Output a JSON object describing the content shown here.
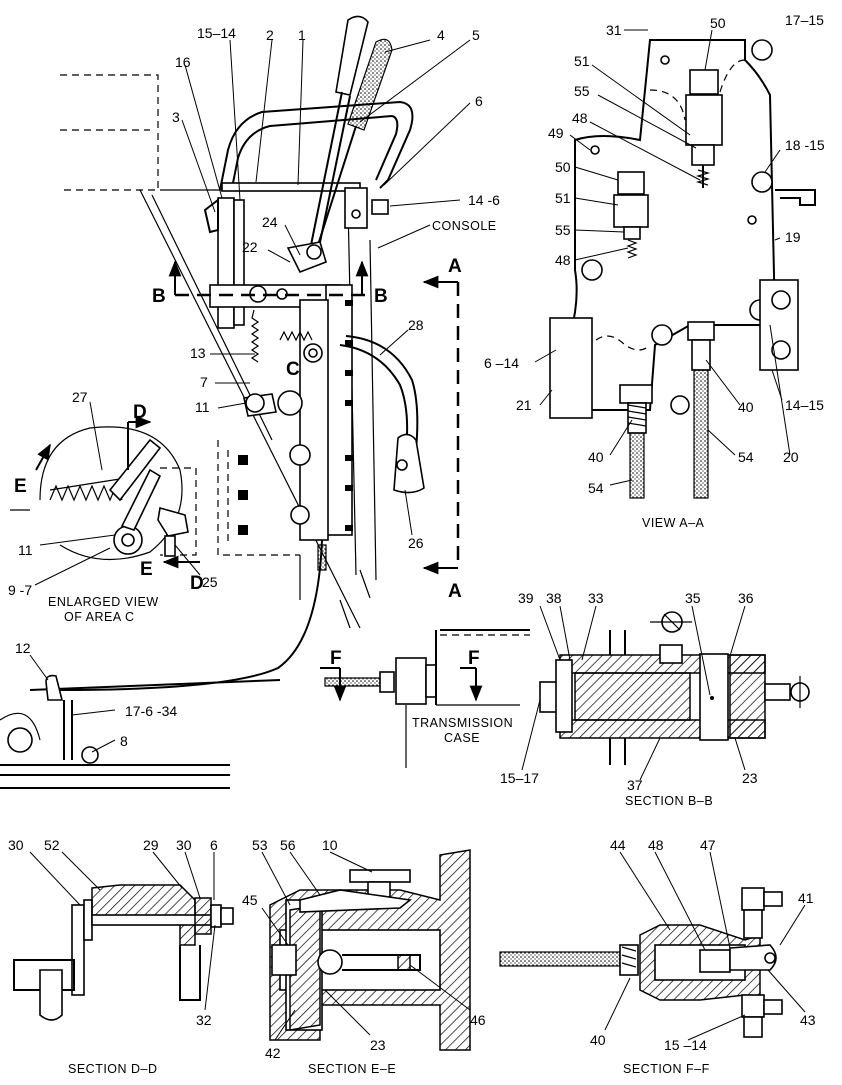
{
  "callouts": [
    {
      "id": "c-1",
      "text": "1"
    },
    {
      "id": "c-2",
      "text": "2"
    },
    {
      "id": "c-3",
      "text": "3"
    },
    {
      "id": "c-4",
      "text": "4"
    },
    {
      "id": "c-5",
      "text": "5"
    },
    {
      "id": "c-6",
      "text": "6"
    },
    {
      "id": "c-7",
      "text": "7"
    },
    {
      "id": "c-8",
      "text": "8"
    },
    {
      "id": "c-9-7",
      "text": "9 -7"
    },
    {
      "id": "c-11a",
      "text": "11"
    },
    {
      "id": "c-11b",
      "text": "11"
    },
    {
      "id": "c-12",
      "text": "12"
    },
    {
      "id": "c-13",
      "text": "13"
    },
    {
      "id": "c-14-6",
      "text": "14 -6"
    },
    {
      "id": "c-15-14",
      "text": "15–14"
    },
    {
      "id": "c-16",
      "text": "16"
    },
    {
      "id": "c-17-6-34",
      "text": "17-6 -34"
    },
    {
      "id": "c-22",
      "text": "22"
    },
    {
      "id": "c-24",
      "text": "24"
    },
    {
      "id": "c-25",
      "text": "25"
    },
    {
      "id": "c-26",
      "text": "26"
    },
    {
      "id": "c-27",
      "text": "27"
    },
    {
      "id": "c-28",
      "text": "28"
    },
    {
      "id": "c-31",
      "text": "31"
    },
    {
      "id": "c-50a",
      "text": "50"
    },
    {
      "id": "c-17-15",
      "text": "17–15"
    },
    {
      "id": "c-51a",
      "text": "51"
    },
    {
      "id": "c-55a",
      "text": "55"
    },
    {
      "id": "c-48a",
      "text": "48"
    },
    {
      "id": "c-49",
      "text": "49"
    },
    {
      "id": "c-18-15",
      "text": "18 -15"
    },
    {
      "id": "c-50b",
      "text": "50"
    },
    {
      "id": "c-51b",
      "text": "51"
    },
    {
      "id": "c-55b",
      "text": "55"
    },
    {
      "id": "c-48b",
      "text": "48"
    },
    {
      "id": "c-19",
      "text": "19"
    },
    {
      "id": "c-6-14",
      "text": "6 –14"
    },
    {
      "id": "c-21",
      "text": "21"
    },
    {
      "id": "c-40a",
      "text": "40"
    },
    {
      "id": "c-14-15",
      "text": "14–15"
    },
    {
      "id": "c-40b",
      "text": "40"
    },
    {
      "id": "c-54a",
      "text": "54"
    },
    {
      "id": "c-20",
      "text": "20"
    },
    {
      "id": "c-54b",
      "text": "54"
    },
    {
      "id": "c-39",
      "text": "39"
    },
    {
      "id": "c-38",
      "text": "38"
    },
    {
      "id": "c-33",
      "text": "33"
    },
    {
      "id": "c-35",
      "text": "35"
    },
    {
      "id": "c-36",
      "text": "36"
    },
    {
      "id": "c-15-17",
      "text": "15–17"
    },
    {
      "id": "c-37",
      "text": "37"
    },
    {
      "id": "c-23a",
      "text": "23"
    },
    {
      "id": "c-30a",
      "text": "30"
    },
    {
      "id": "c-52",
      "text": "52"
    },
    {
      "id": "c-29",
      "text": "29"
    },
    {
      "id": "c-30b",
      "text": "30"
    },
    {
      "id": "c-6b",
      "text": "6"
    },
    {
      "id": "c-32",
      "text": "32"
    },
    {
      "id": "c-53",
      "text": "53"
    },
    {
      "id": "c-56",
      "text": "56"
    },
    {
      "id": "c-10",
      "text": "10"
    },
    {
      "id": "c-45",
      "text": "45"
    },
    {
      "id": "c-46",
      "text": "46"
    },
    {
      "id": "c-42",
      "text": "42"
    },
    {
      "id": "c-23b",
      "text": "23"
    },
    {
      "id": "c-44",
      "text": "44"
    },
    {
      "id": "c-48c",
      "text": "48"
    },
    {
      "id": "c-47",
      "text": "47"
    },
    {
      "id": "c-41",
      "text": "41"
    },
    {
      "id": "c-43",
      "text": "43"
    },
    {
      "id": "c-40c",
      "text": "40"
    },
    {
      "id": "c-15-14b",
      "text": "15 –14"
    }
  ],
  "section_letters": {
    "a_top": "A",
    "a_bottom": "A",
    "b_left": "B",
    "b_right": "B",
    "c": "C",
    "d_top": "D",
    "d_bottom": "D",
    "e_top": "E",
    "e_bottom": "E",
    "f_left": "F",
    "f_right": "F"
  },
  "labels": {
    "console": "CONSOLE",
    "transmission_case_1": "TRANSMISSION",
    "transmission_case_2": "CASE",
    "enlarged_view_1": "ENLARGED VIEW",
    "enlarged_view_2": "OF AREA C"
  },
  "captions": {
    "view_aa": "VIEW A–A",
    "section_bb": "SECTION B–B",
    "section_dd": "SECTION D–D",
    "section_ee": "SECTION E–E",
    "section_ff": "SECTION F–F"
  }
}
